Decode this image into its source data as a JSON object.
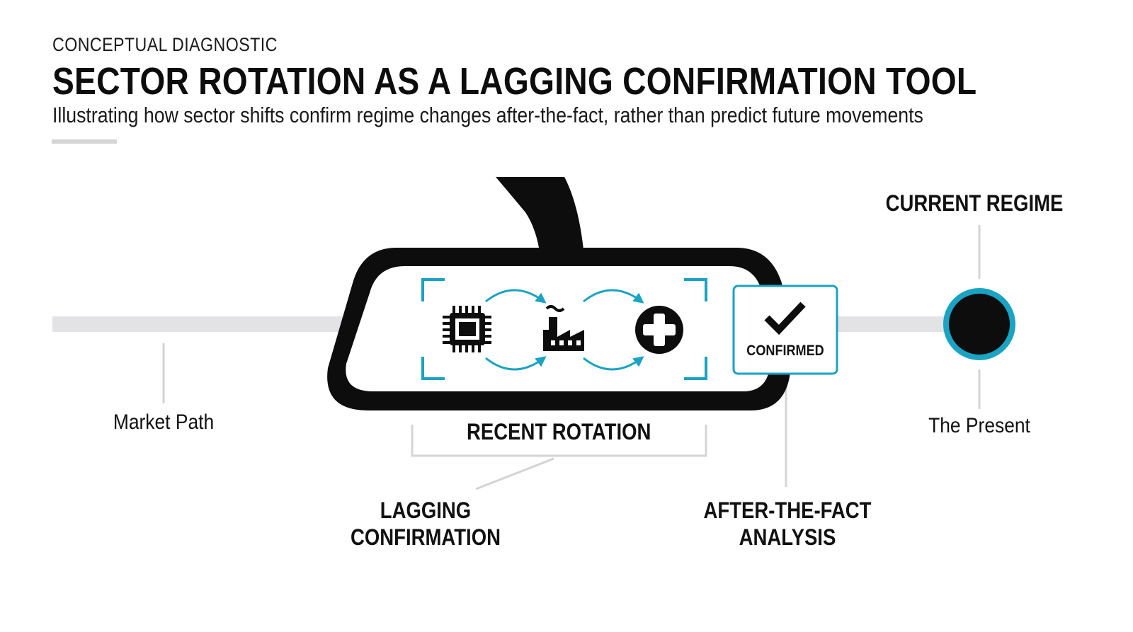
{
  "header": {
    "eyebrow": "CONCEPTUAL DIAGNOSTIC",
    "title": "SECTOR ROTATION AS A LAGGING CONFIRMATION TOOL",
    "subtitle": "Illustrating how sector shifts confirm regime changes after-the-fact, rather than predict future movements"
  },
  "diagram": {
    "market_path_label": "Market Path",
    "recent_rotation_label": "RECENT ROTATION",
    "lagging_confirmation_label": [
      "LAGGING",
      "CONFIRMATION"
    ],
    "confirmed_badge_label": "CONFIRMED",
    "after_the_fact_label": [
      "AFTER-THE-FACT",
      "ANALYSIS"
    ],
    "current_regime_label": "CURRENT REGIME",
    "present_label": "The Present",
    "sector_icons": [
      "microchip-icon",
      "factory-icon",
      "medical-cross-icon"
    ],
    "colors": {
      "accent": "#1aa3c2",
      "timeline": "#e3e3e6",
      "frame": "#0d0d0d",
      "connector": "#d4d4d4"
    }
  }
}
